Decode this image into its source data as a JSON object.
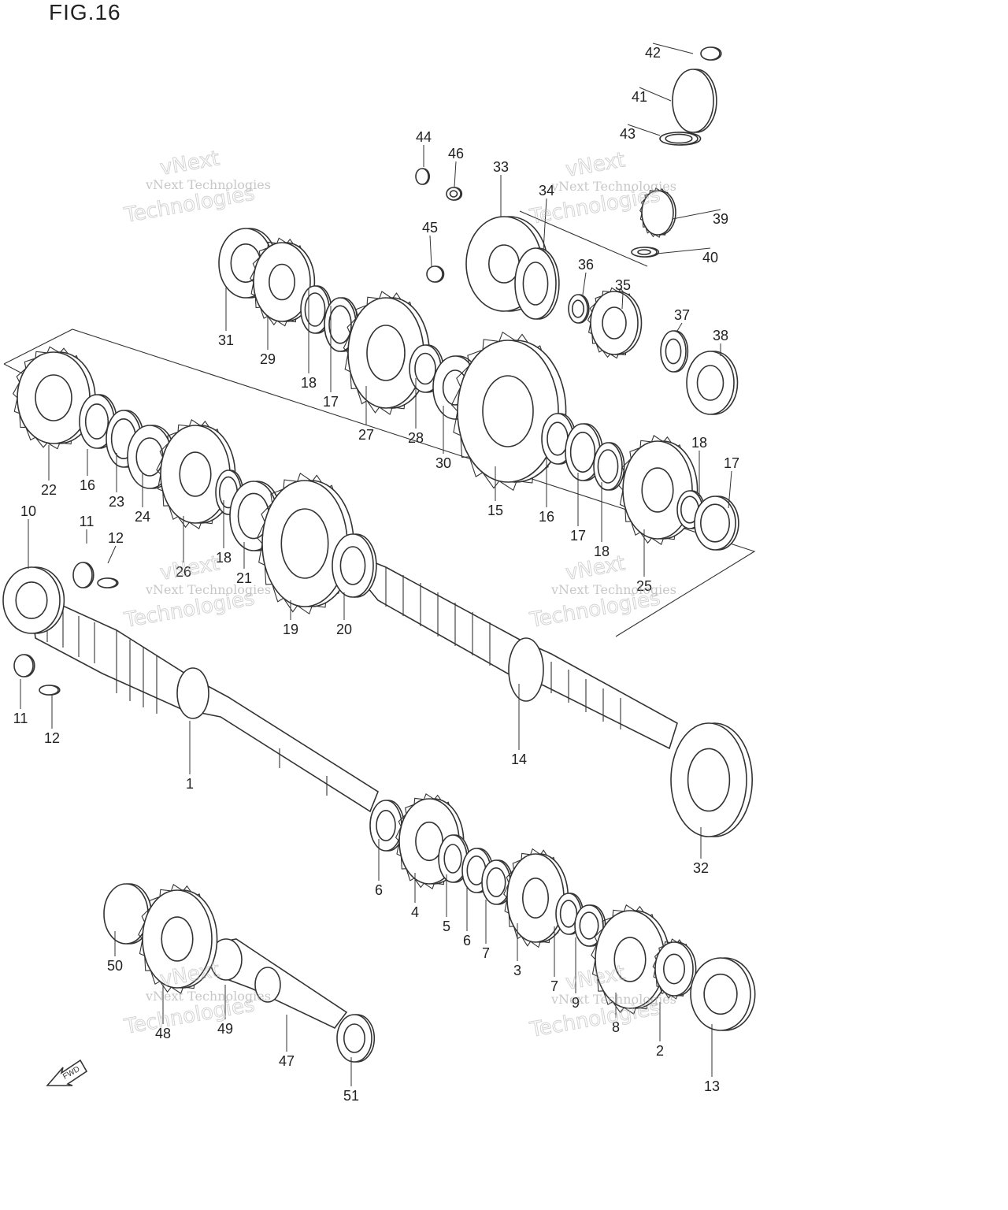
{
  "figure": {
    "title": "FIG.16"
  },
  "watermark": {
    "line1": "vNext Technologies",
    "line2": "Technologies",
    "line3": "vNext"
  },
  "fwd_label": "FWD",
  "part_labels": [
    "42",
    "41",
    "43",
    "44",
    "46",
    "33",
    "34",
    "39",
    "40",
    "45",
    "36",
    "35",
    "37",
    "38",
    "31",
    "29",
    "18",
    "17",
    "27",
    "28",
    "30",
    "15",
    "16",
    "17",
    "18",
    "25",
    "18",
    "17",
    "22",
    "16",
    "23",
    "24",
    "26",
    "18",
    "21",
    "19",
    "20",
    "10",
    "11",
    "12",
    "11",
    "12",
    "1",
    "14",
    "32",
    "6",
    "4",
    "5",
    "6",
    "7",
    "3",
    "7",
    "9",
    "8",
    "2",
    "13",
    "50",
    "48",
    "49",
    "47",
    "51"
  ]
}
